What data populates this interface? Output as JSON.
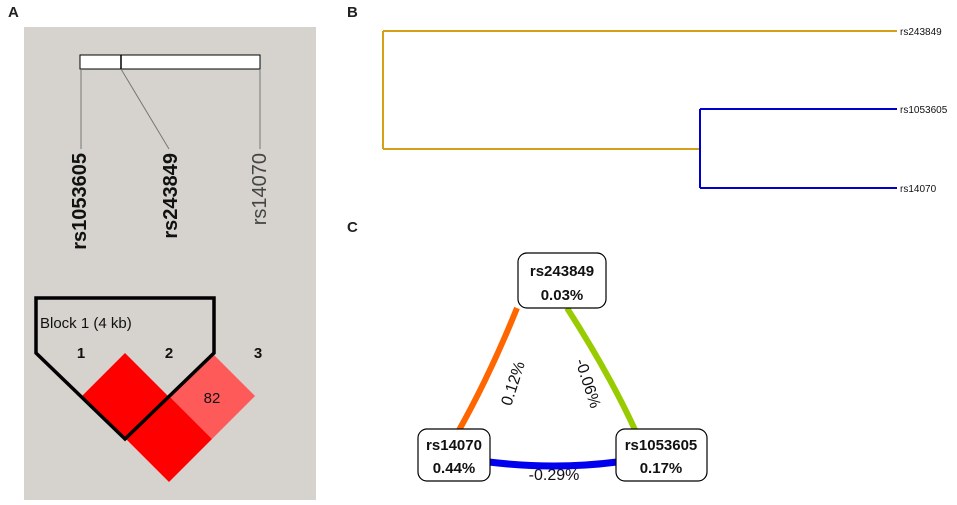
{
  "panel_labels": {
    "a": "A",
    "b": "B",
    "c": "C"
  },
  "panel_a": {
    "snps": [
      {
        "name": "rs1053605",
        "number": "1"
      },
      {
        "name": "rs243849",
        "number": "2"
      },
      {
        "name": "rs14070",
        "number": "3"
      }
    ],
    "block_label": "Block 1 (4 kb)",
    "ld_value": "82",
    "colors": {
      "strong_ld": "#ff0000",
      "moderate_ld": "#ff5a5a",
      "background": "#d6d3ce"
    }
  },
  "panel_b": {
    "leaves": [
      "rs243849",
      "rs1053605",
      "rs14070"
    ],
    "colors": {
      "outer_clade": "#d4a017",
      "inner_clade": "#0000cc"
    }
  },
  "panel_c": {
    "nodes": [
      {
        "id": "rs243849",
        "name": "rs243849",
        "value": "0.03%"
      },
      {
        "id": "rs14070",
        "name": "rs14070",
        "value": "0.44%"
      },
      {
        "id": "rs1053605",
        "name": "rs1053605",
        "value": "0.17%"
      }
    ],
    "edges": [
      {
        "from": "rs243849",
        "to": "rs14070",
        "label": "0.12%",
        "color": "#ff6600"
      },
      {
        "from": "rs243849",
        "to": "rs1053605",
        "label": "-0.06%",
        "color": "#99cc00"
      },
      {
        "from": "rs14070",
        "to": "rs1053605",
        "label": "-0.29%",
        "color": "#0000ee"
      }
    ]
  }
}
